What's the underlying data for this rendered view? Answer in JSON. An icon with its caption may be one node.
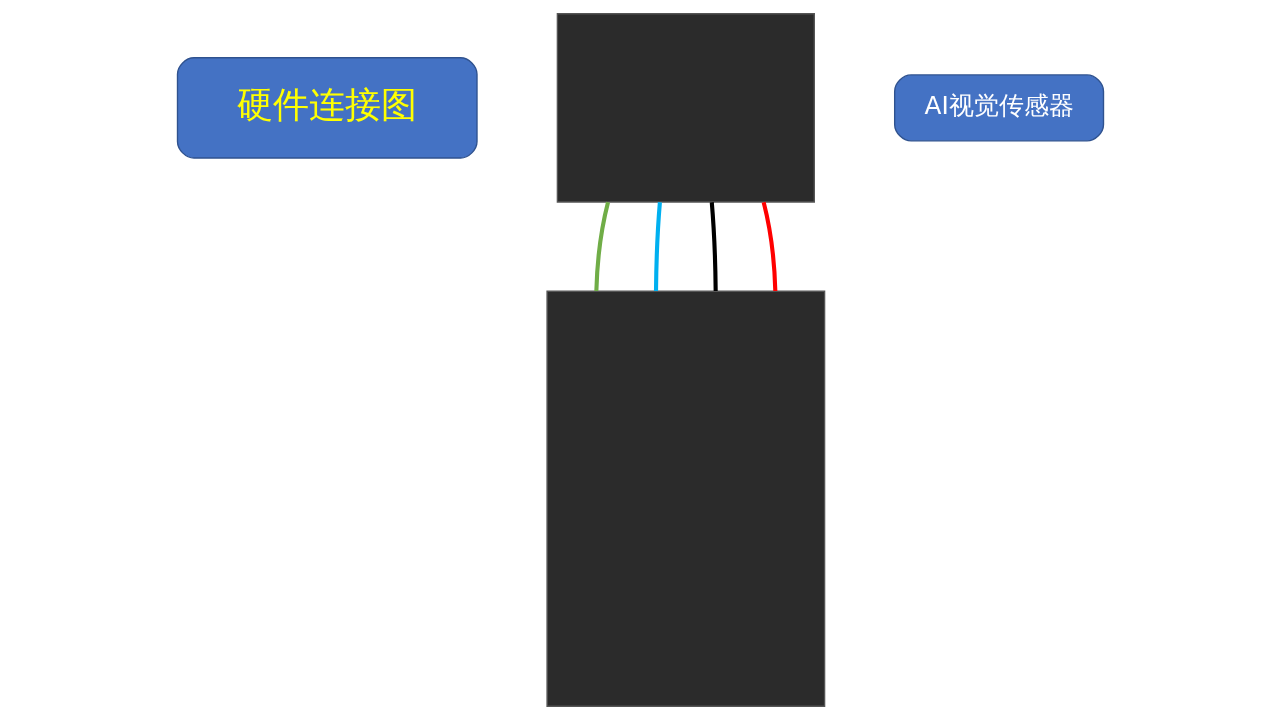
{
  "diagram": {
    "nodes": [
      {
        "text": [
          "硬件连接图"
        ]
      },
      {
        "text": [],
        "shape": "box"
      },
      {
        "text": [
          "AI视觉传感器"
        ]
      },
      {
        "text": [],
        "shape": "box"
      }
    ],
    "edges": [
      {
        "from": 1,
        "to": 3,
        "arrow": "none",
        "color": "#70ad47"
      },
      {
        "from": 1,
        "to": 3,
        "arrow": "none",
        "color": "#00b0f0"
      },
      {
        "from": 1,
        "to": 3,
        "arrow": "none",
        "color": "#000000"
      },
      {
        "from": 1,
        "to": 3,
        "arrow": "none",
        "color": "#ff0000"
      }
    ]
  }
}
